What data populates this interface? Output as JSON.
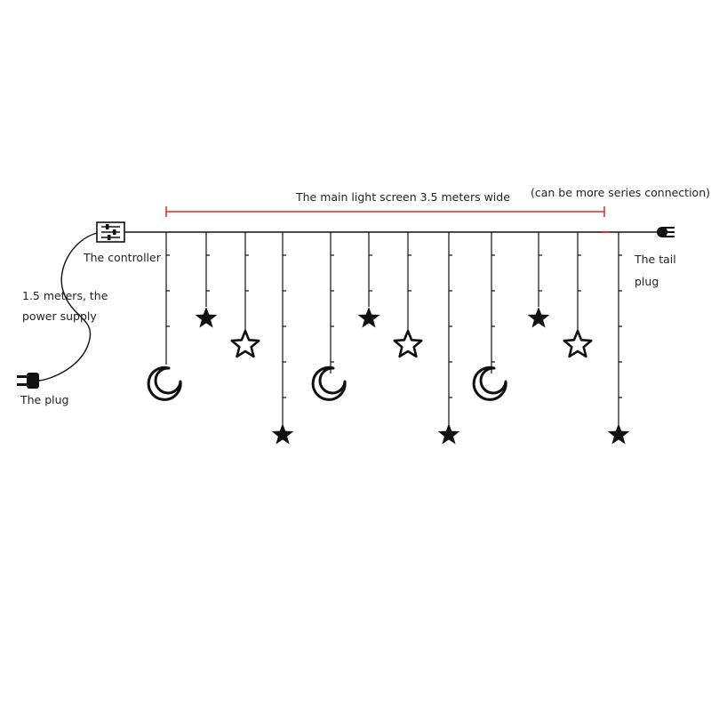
{
  "labels": {
    "main_screen": "The main light screen 3.5 meters wide",
    "series": "(can be more series connection)",
    "controller": "The controller",
    "tail_plug_line1": "The tail",
    "tail_plug_line2": "plug",
    "power_supply_line1": "1.5 meters, the",
    "power_supply_line2": "power supply",
    "plug": "The plug"
  },
  "colors": {
    "line": "#111111",
    "dimension": "#e02828",
    "text": "#222222"
  },
  "pendants": [
    {
      "shape": "moon",
      "fill": "outline"
    },
    {
      "shape": "star",
      "fill": "solid"
    },
    {
      "shape": "star",
      "fill": "outline"
    },
    {
      "shape": "star",
      "fill": "solid"
    },
    {
      "shape": "moon",
      "fill": "outline"
    },
    {
      "shape": "star",
      "fill": "solid"
    },
    {
      "shape": "star",
      "fill": "outline"
    },
    {
      "shape": "star",
      "fill": "solid"
    },
    {
      "shape": "moon",
      "fill": "outline"
    },
    {
      "shape": "star",
      "fill": "solid"
    },
    {
      "shape": "star",
      "fill": "outline"
    },
    {
      "shape": "star",
      "fill": "solid"
    }
  ]
}
